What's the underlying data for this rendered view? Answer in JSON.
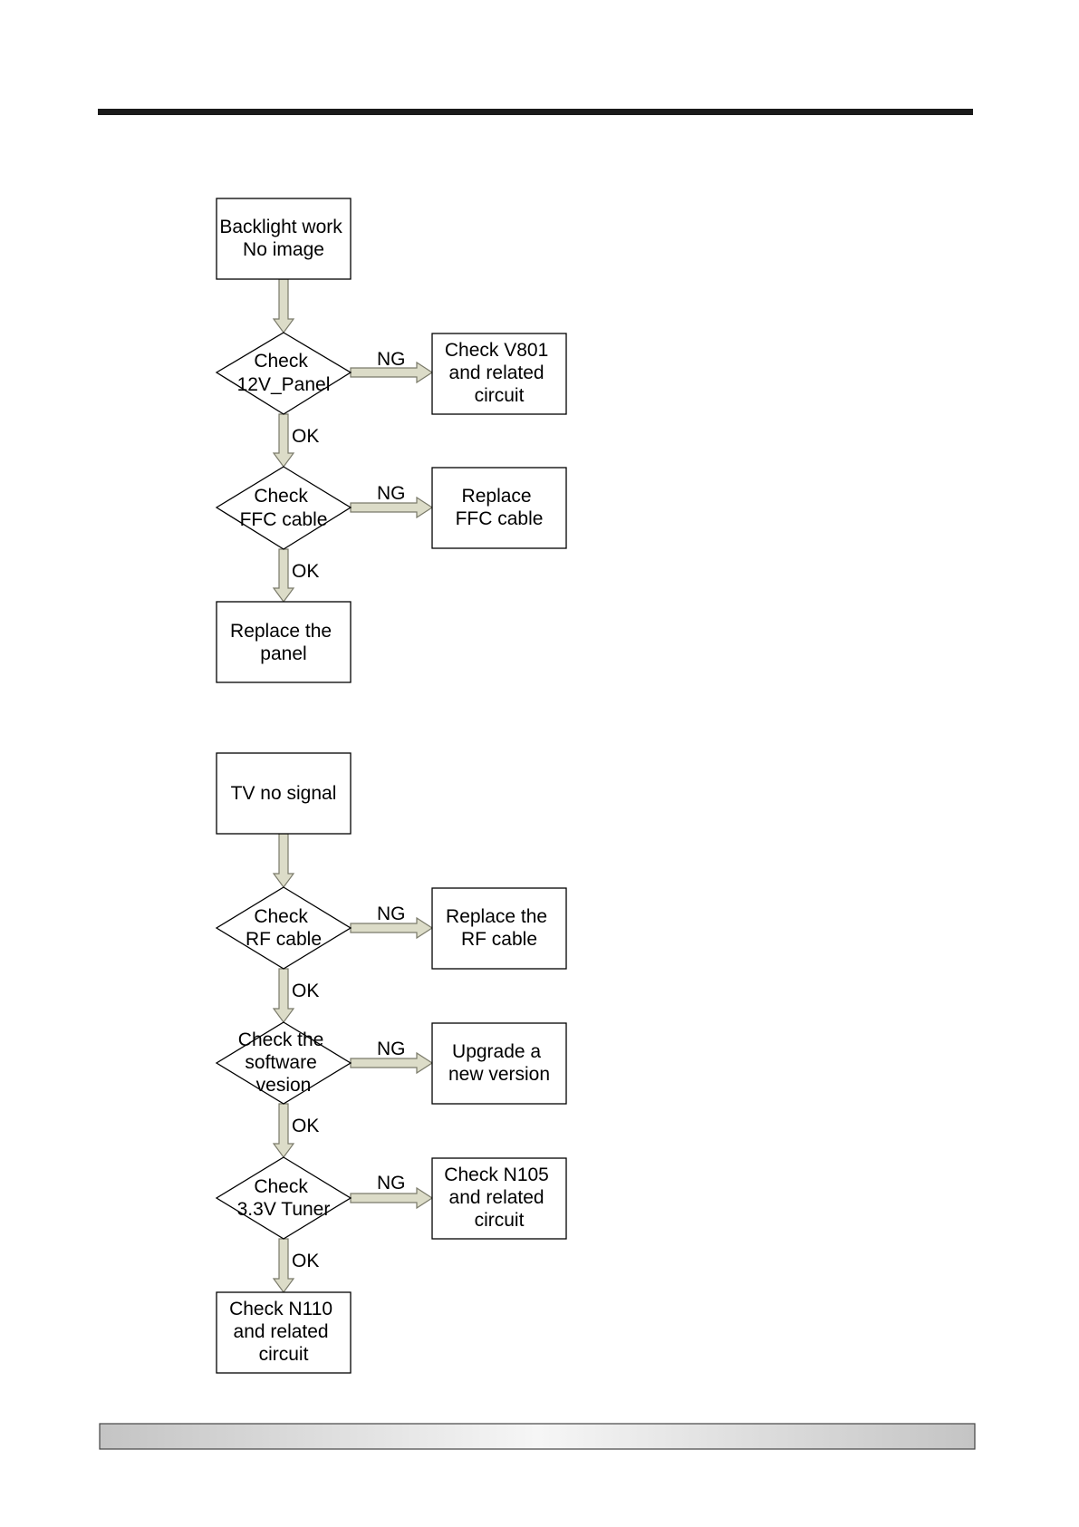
{
  "flowchart_1": {
    "start": [
      "Backlight work",
      "No image"
    ],
    "check_1": [
      "Check",
      "12V_Panel"
    ],
    "fail_1": [
      "Check V801",
      "and related",
      "circuit"
    ],
    "check_2": [
      "Check",
      "FFC cable"
    ],
    "fail_2": [
      "Replace",
      "FFC cable"
    ],
    "end": [
      "Replace the",
      "panel"
    ]
  },
  "flowchart_2": {
    "start": [
      "TV no signal"
    ],
    "check_1": [
      "Check",
      "RF cable"
    ],
    "fail_1": [
      "Replace the",
      "RF cable"
    ],
    "check_2": [
      "Check the",
      "software",
      "vesion"
    ],
    "fail_2": [
      "Upgrade a",
      "new version"
    ],
    "check_3": [
      "Check",
      "3.3V Tuner"
    ],
    "fail_3": [
      "Check N105",
      "and related",
      "circuit"
    ],
    "end": [
      "Check N110",
      "and related",
      "circuit"
    ]
  },
  "labels": {
    "ok": "OK",
    "ng": "NG"
  }
}
